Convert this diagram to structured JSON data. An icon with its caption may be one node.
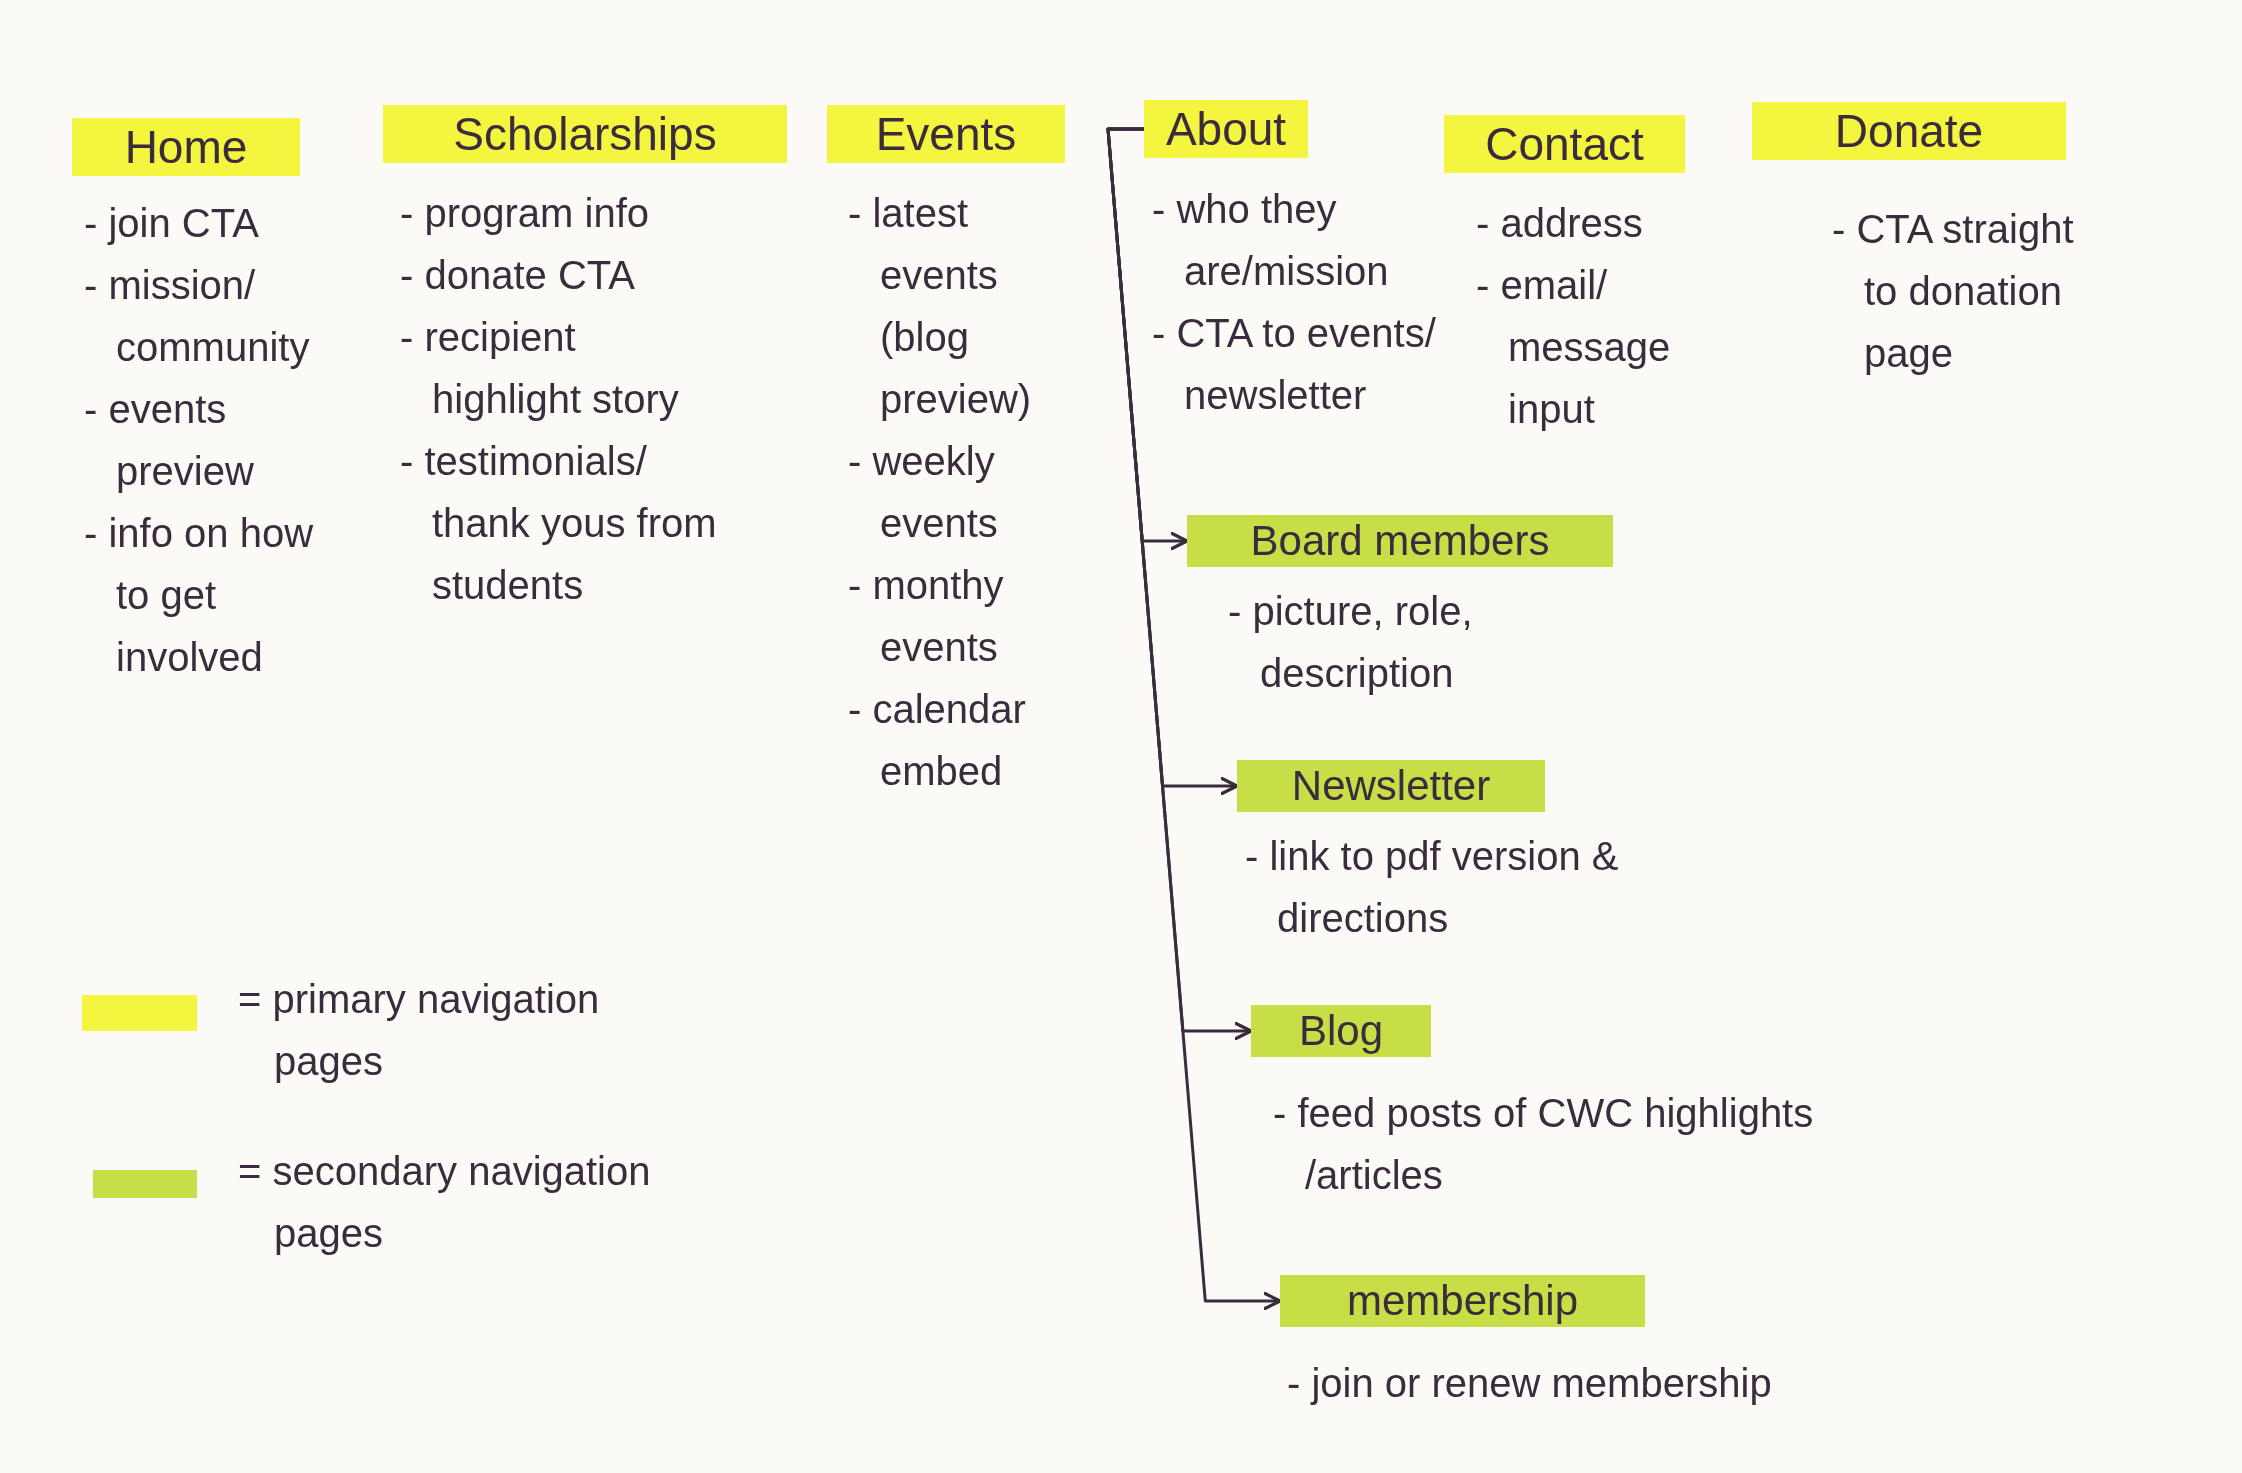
{
  "diagram": {
    "nodes": [
      {
        "text": [
          "Home"
        ],
        "beside": [
          "- join CTA",
          "- mission/ community",
          "- events preview",
          "- info on how to get involved"
        ]
      },
      {
        "text": [
          "Scholarships"
        ],
        "beside": [
          "- program info",
          "- donate CTA",
          "- recipient highlight story",
          "- testimonials/ thank yous from students"
        ]
      },
      {
        "text": [
          "Events"
        ],
        "beside": [
          "- latest events (blog preview)",
          "- weekly events",
          "- monthy events",
          "- calendar embed"
        ]
      },
      {
        "text": [
          "About"
        ],
        "beside": [
          "- who they are/mission",
          "- CTA to events/ newsletter"
        ]
      },
      {
        "text": [
          "Contact"
        ],
        "beside": [
          "- address",
          "- email/ message input"
        ]
      },
      {
        "text": [
          "Donate"
        ],
        "beside": [
          "- CTA straight to donation page"
        ]
      },
      {
        "text": [
          "Board members"
        ],
        "beside": [
          "- picture, role, description"
        ]
      },
      {
        "text": [
          "Newsletter"
        ],
        "beside": [
          "- link to pdf version & directions"
        ]
      },
      {
        "text": [
          "Blog"
        ],
        "beside": [
          "- feed posts of CWC highlights /articles"
        ]
      },
      {
        "text": [
          "membership"
        ],
        "beside": [
          "- join or renew membership"
        ]
      }
    ],
    "edges": [
      {
        "from": 3,
        "to": 6,
        "arrow": "to"
      },
      {
        "from": 3,
        "to": 7,
        "arrow": "to"
      },
      {
        "from": 3,
        "to": 8,
        "arrow": "to"
      },
      {
        "from": 3,
        "to": 9,
        "arrow": "to"
      }
    ],
    "legend": [
      {
        "text": "= primary navigation pages",
        "color": "#f3f53f"
      },
      {
        "text": "= secondary navigation pages",
        "color": "#c8de46"
      }
    ]
  }
}
